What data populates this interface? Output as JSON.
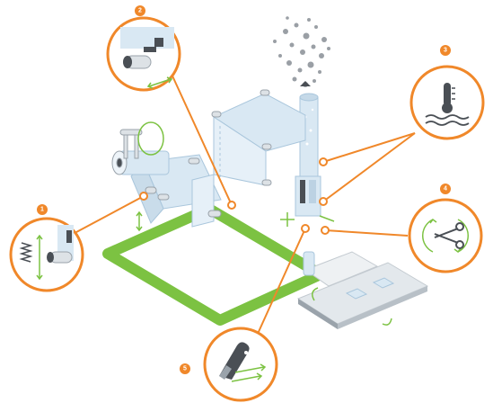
{
  "colors": {
    "accent_orange": "#f0882a",
    "frame_green": "#7cc242",
    "arrow_green": "#7cc242",
    "panel_blue": "#d9e8f3",
    "panel_edge": "#a9c6dc",
    "roller_gray": "#9aa3ab",
    "dark_gray": "#4a4f55",
    "powder_gray": "#9a9fa5"
  },
  "callouts": [
    {
      "number": "1",
      "icon": "spring-tension-icon"
    },
    {
      "number": "2",
      "icon": "roller-closeup-icon"
    },
    {
      "number": "3",
      "icon": "thermometer-heat-icon"
    },
    {
      "number": "4",
      "icon": "scissors-rotating-icon"
    },
    {
      "number": "5",
      "icon": "cutting-blade-icon"
    }
  ]
}
